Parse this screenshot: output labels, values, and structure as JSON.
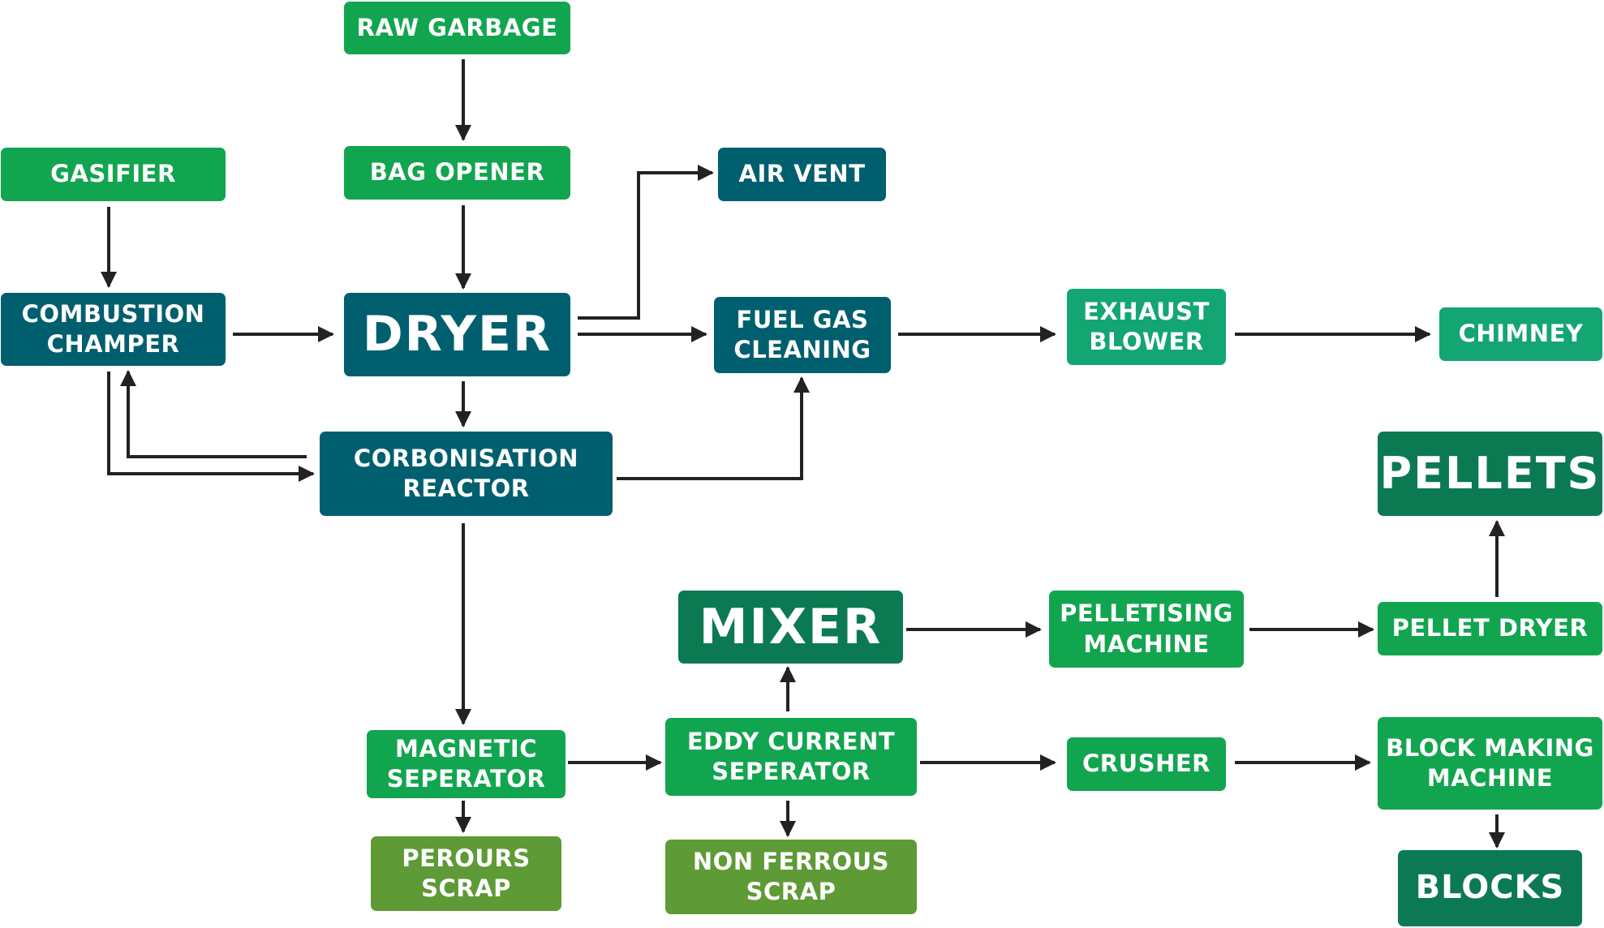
{
  "colors": {
    "green": "#12a54f",
    "teal": "#005f6e",
    "dark_green": "#0b7a53",
    "sea_green": "#13a672",
    "olive": "#5e9a36",
    "arrow": "#222222"
  },
  "nodes": {
    "raw_garbage": "RAW GARBAGE",
    "bag_opener": "BAG OPENER",
    "gasifier": "GASIFIER",
    "combustion_champer": "COMBUSTION\nCHAMPER",
    "dryer": "DRYER",
    "air_vent": "AIR VENT",
    "fuel_gas_cleaning": "FUEL GAS\nCLEANING",
    "exhaust_blower": "EXHAUST\nBLOWER",
    "chimney": "CHIMNEY",
    "corbonisation_reactor": "CORBONISATION\nREACTOR",
    "pellets": "PELLETS",
    "mixer": "MIXER",
    "pelletising_machine": "PELLETISING\nMACHINE",
    "pellet_dryer": "PELLET DRYER",
    "magnetic_seperator": "MAGNETIC\nSEPERATOR",
    "eddy_current_seperator": "EDDY CURRENT\nSEPERATOR",
    "crusher": "CRUSHER",
    "block_making_machine": "BLOCK MAKING\nMACHINE",
    "perours_scrap": "PEROURS\nSCRAP",
    "non_ferrous_scrap": "NON FERROUS\nSCRAP",
    "blocks": "BLOCKS"
  }
}
